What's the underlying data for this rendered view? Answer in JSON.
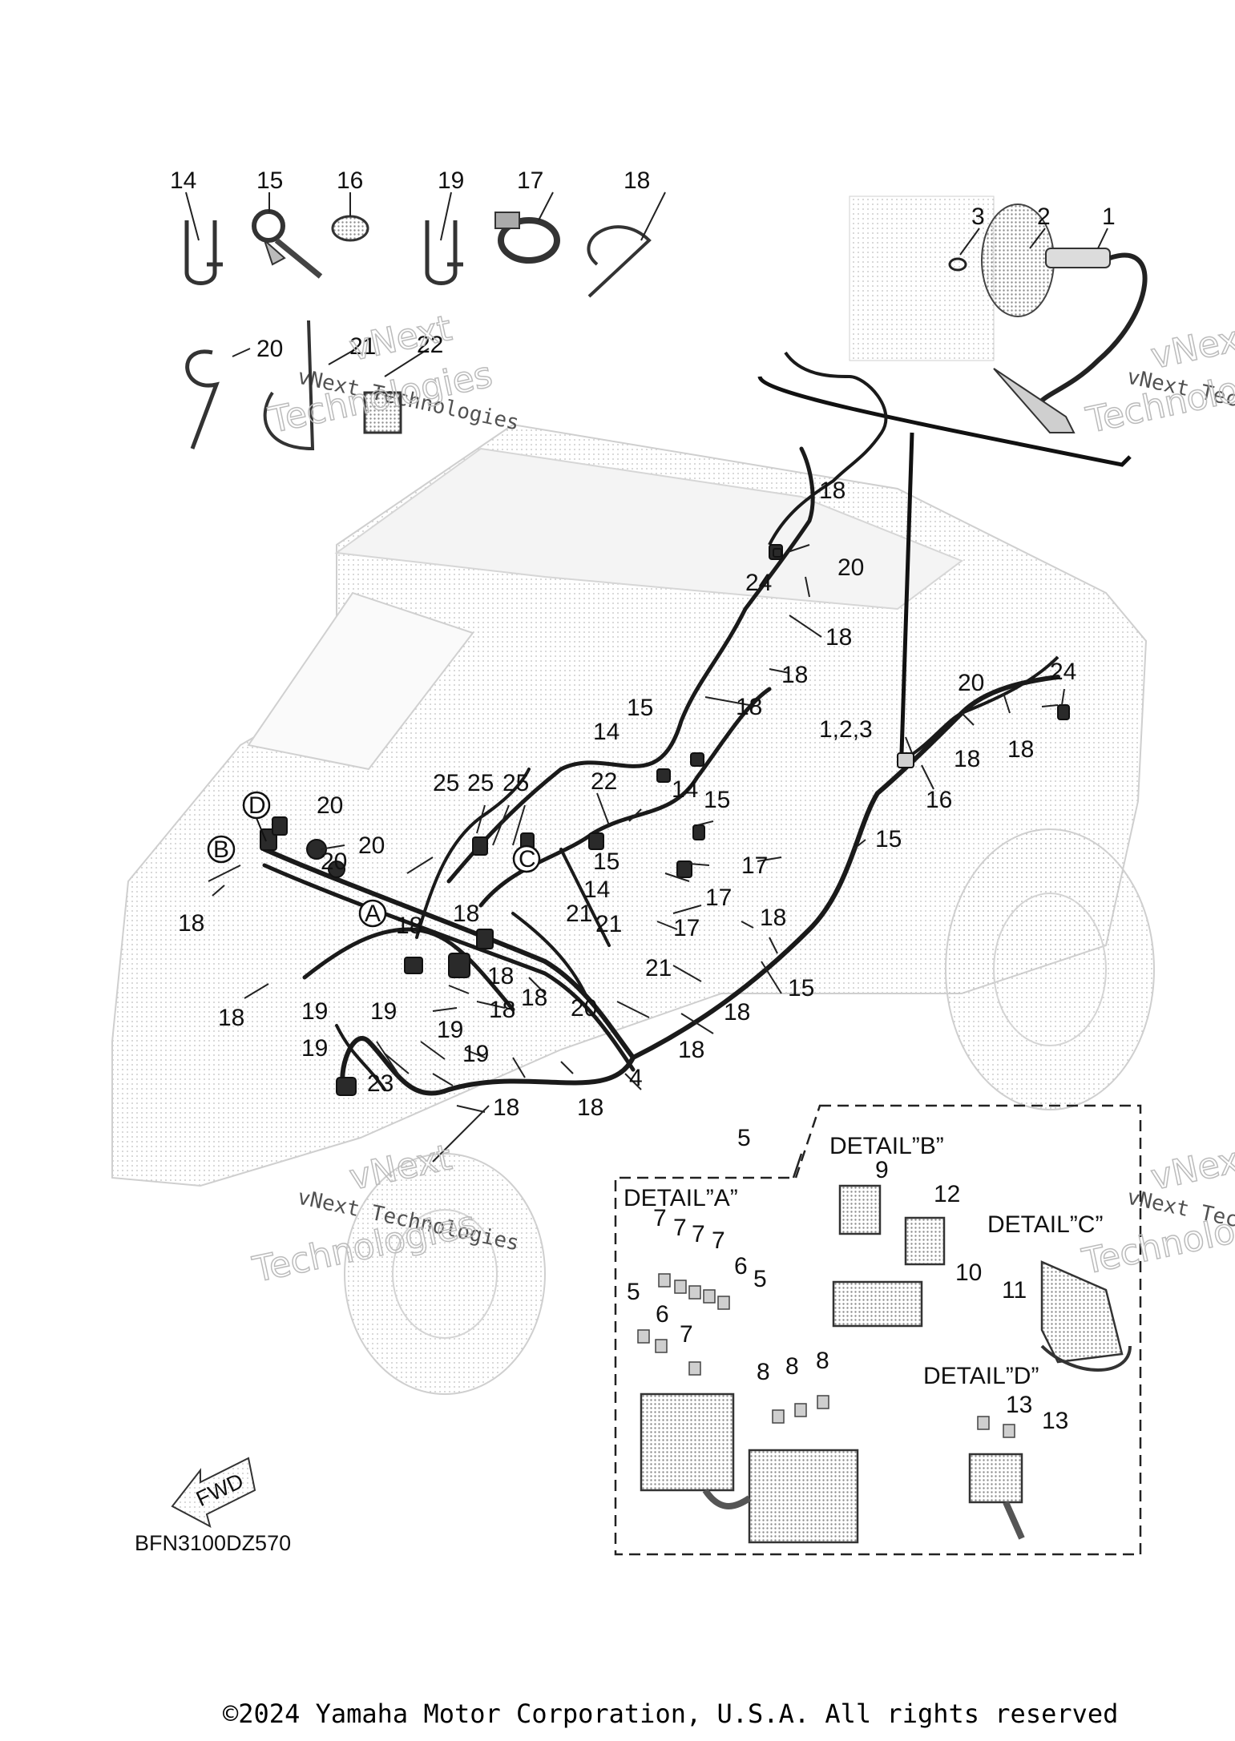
{
  "diagram": {
    "code": "BFN3100DZ570",
    "fwd_label": "FWD",
    "watermark_line1": "vNext Technologies",
    "watermark_line2a": "vNext",
    "watermark_line2b": "Technologies",
    "details": {
      "a": "DETAIL”A”",
      "b": "DETAIL”B”",
      "c": "DETAIL”C”",
      "d": "DETAIL”D”"
    },
    "circles": {
      "a": "A",
      "b": "B",
      "c": "C",
      "d": "D"
    },
    "callouts": {
      "n1": "1",
      "n2": "2",
      "n3": "3",
      "n123": "1,2,3",
      "n4": "4",
      "n5": "5",
      "n6": "6",
      "n7": "7",
      "n8": "8",
      "n9": "9",
      "n10": "10",
      "n11": "11",
      "n12": "12",
      "n13": "13",
      "n14": "14",
      "n15": "15",
      "n16": "16",
      "n17": "17",
      "n18": "18",
      "n19": "19",
      "n20": "20",
      "n21": "21",
      "n22": "22",
      "n23": "23",
      "n24": "24",
      "n25": "25"
    }
  },
  "footer": {
    "copyright": "©2024 Yamaha Motor Corporation, U.S.A. All rights reserved"
  }
}
